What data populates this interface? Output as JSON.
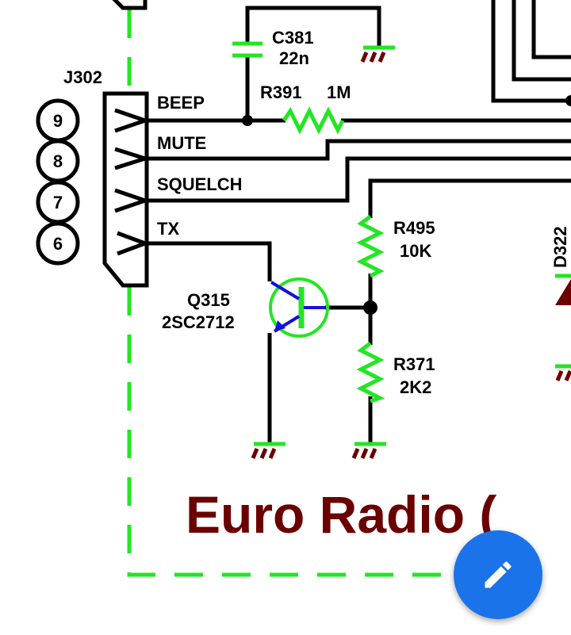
{
  "schematic": {
    "connector": {
      "ref": "J302",
      "pins": [
        "9",
        "8",
        "7",
        "6"
      ],
      "signals": [
        "BEEP",
        "MUTE",
        "SQUELCH",
        "TX"
      ]
    },
    "capacitor": {
      "ref": "C381",
      "value": "22n"
    },
    "r391": {
      "ref": "R391",
      "value": "1M"
    },
    "r495": {
      "ref": "R495",
      "value": "10K"
    },
    "r371": {
      "ref": "R371",
      "value": "2K2"
    },
    "transistor": {
      "ref": "Q315",
      "part": "2SC2712"
    },
    "diode": {
      "ref": "D322"
    },
    "title": "Euro Radio (",
    "colors": {
      "wire": "#000000",
      "component": "#22e622",
      "ground": "#6b0000",
      "transistor": "#1010e0"
    }
  },
  "fab": {
    "icon": "pencil-icon",
    "color": "#1a73e8"
  }
}
